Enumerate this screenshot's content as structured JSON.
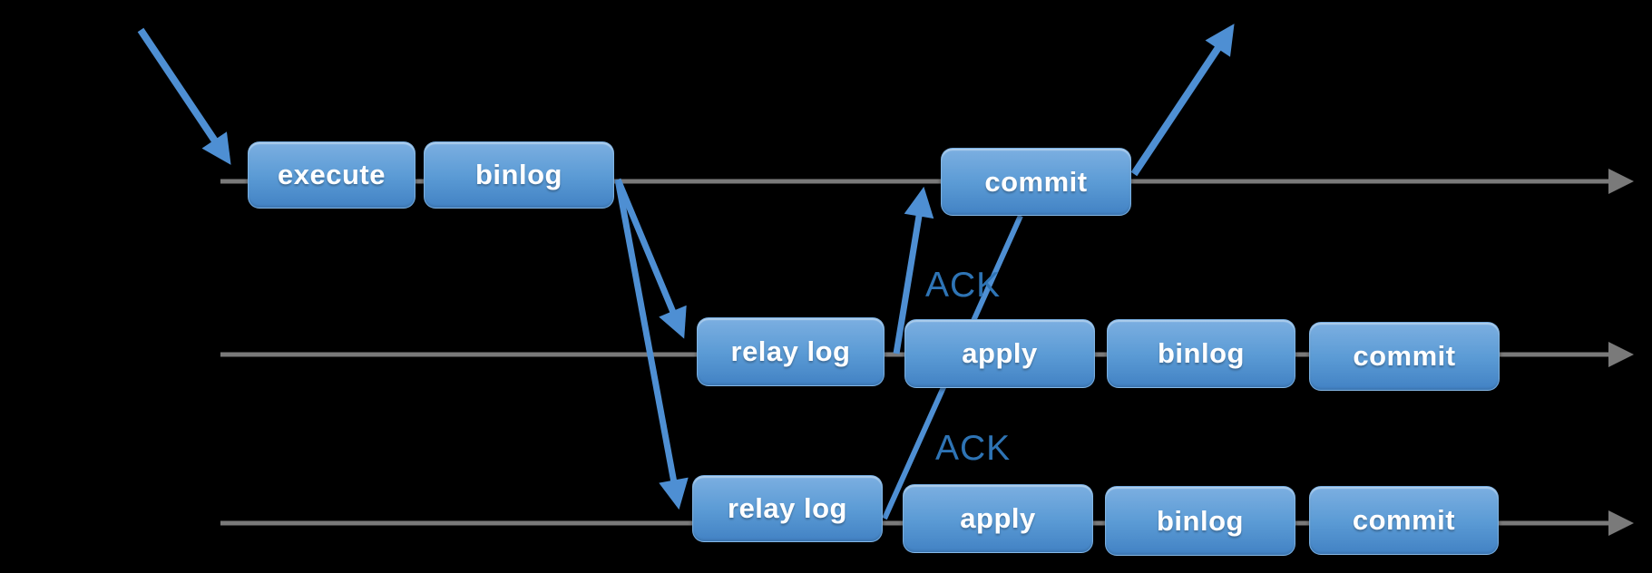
{
  "diagram": {
    "title_hint": "replication flow",
    "colors": {
      "background": "#000000",
      "box_top": "#7cafe1",
      "box_mid": "#5b9bd5",
      "box_bottom": "#4282c4",
      "box_text": "#ffffff",
      "timeline_gray": "#7a7a7a",
      "arrow_blue": "#4e8fd3",
      "ack_text": "#2e74b5"
    },
    "rows": [
      {
        "boxes": [
          {
            "label": "execute"
          },
          {
            "label": "binlog"
          },
          {
            "label": "commit"
          }
        ]
      },
      {
        "boxes": [
          {
            "label": "relay log"
          },
          {
            "label": "apply"
          },
          {
            "label": "binlog"
          },
          {
            "label": "commit"
          }
        ]
      },
      {
        "boxes": [
          {
            "label": "relay log"
          },
          {
            "label": "apply"
          },
          {
            "label": "binlog"
          },
          {
            "label": "commit"
          }
        ]
      }
    ],
    "ack_labels": [
      {
        "text": "ACK"
      },
      {
        "text": "ACK"
      }
    ],
    "icons": [
      {
        "name": "timeline-1-arrow-icon"
      },
      {
        "name": "timeline-2-arrow-icon"
      },
      {
        "name": "timeline-3-arrow-icon"
      },
      {
        "name": "incoming-request-arrow-icon"
      },
      {
        "name": "binlog-to-relay-log-1-arrow-icon"
      },
      {
        "name": "binlog-to-relay-log-2-arrow-icon"
      },
      {
        "name": "ack-1-up-arrow-icon"
      },
      {
        "name": "ack-2-up-line-icon"
      },
      {
        "name": "commit-return-arrow-icon"
      }
    ]
  }
}
